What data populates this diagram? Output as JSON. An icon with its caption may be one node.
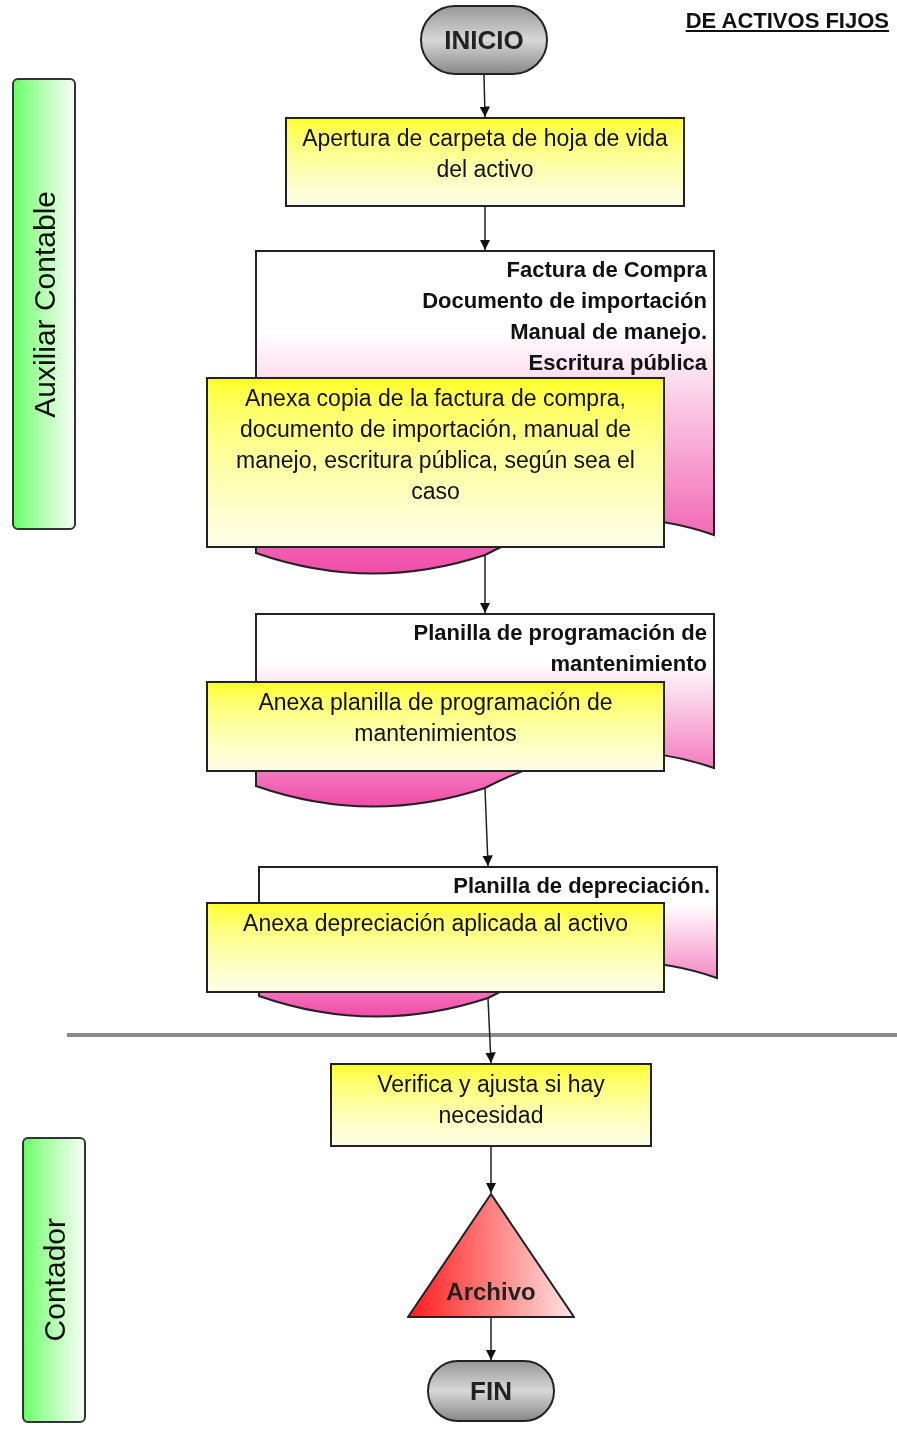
{
  "diagram": {
    "title": "DE ACTIVOS FIJOS",
    "nodes": [
      {
        "text": [
          "Auxiliar Contable"
        ]
      },
      {
        "text": [
          "Contador"
        ]
      },
      {
        "text": [
          "INICIO"
        ]
      },
      {
        "text": [
          "Apertura de carpeta de hoja de vida del activo"
        ]
      },
      {
        "text": [
          "Factura de Compra",
          "Documento de importación",
          "Manual de manejo.",
          "Escritura pública"
        ]
      },
      {
        "text": [
          "Anexa copia de la factura de compra, documento de importación, manual de manejo, escritura pública, según sea el caso"
        ]
      },
      {
        "text": [
          "Planilla de programación de mantenimiento"
        ]
      },
      {
        "text": [
          "Anexa planilla de programación de mantenimientos"
        ]
      },
      {
        "text": [
          "Planilla de depreciación."
        ]
      },
      {
        "text": [
          "Anexa depreciación aplicada al activo"
        ]
      },
      {
        "text": [
          "Verifica y ajusta si hay necesidad"
        ]
      },
      {
        "text": [
          "Archivo"
        ]
      },
      {
        "text": [
          "FIN"
        ]
      }
    ],
    "edges": [
      {
        "from": 2,
        "to": 3,
        "arrow": "to"
      },
      {
        "from": 3,
        "to": 4,
        "arrow": "to"
      },
      {
        "from": 4,
        "to": 6,
        "arrow": "to"
      },
      {
        "from": 6,
        "to": 8,
        "arrow": "to"
      },
      {
        "from": 8,
        "to": 10,
        "arrow": "to"
      },
      {
        "from": 10,
        "to": 11,
        "arrow": "to"
      },
      {
        "from": 11,
        "to": 12,
        "arrow": "to"
      }
    ]
  }
}
